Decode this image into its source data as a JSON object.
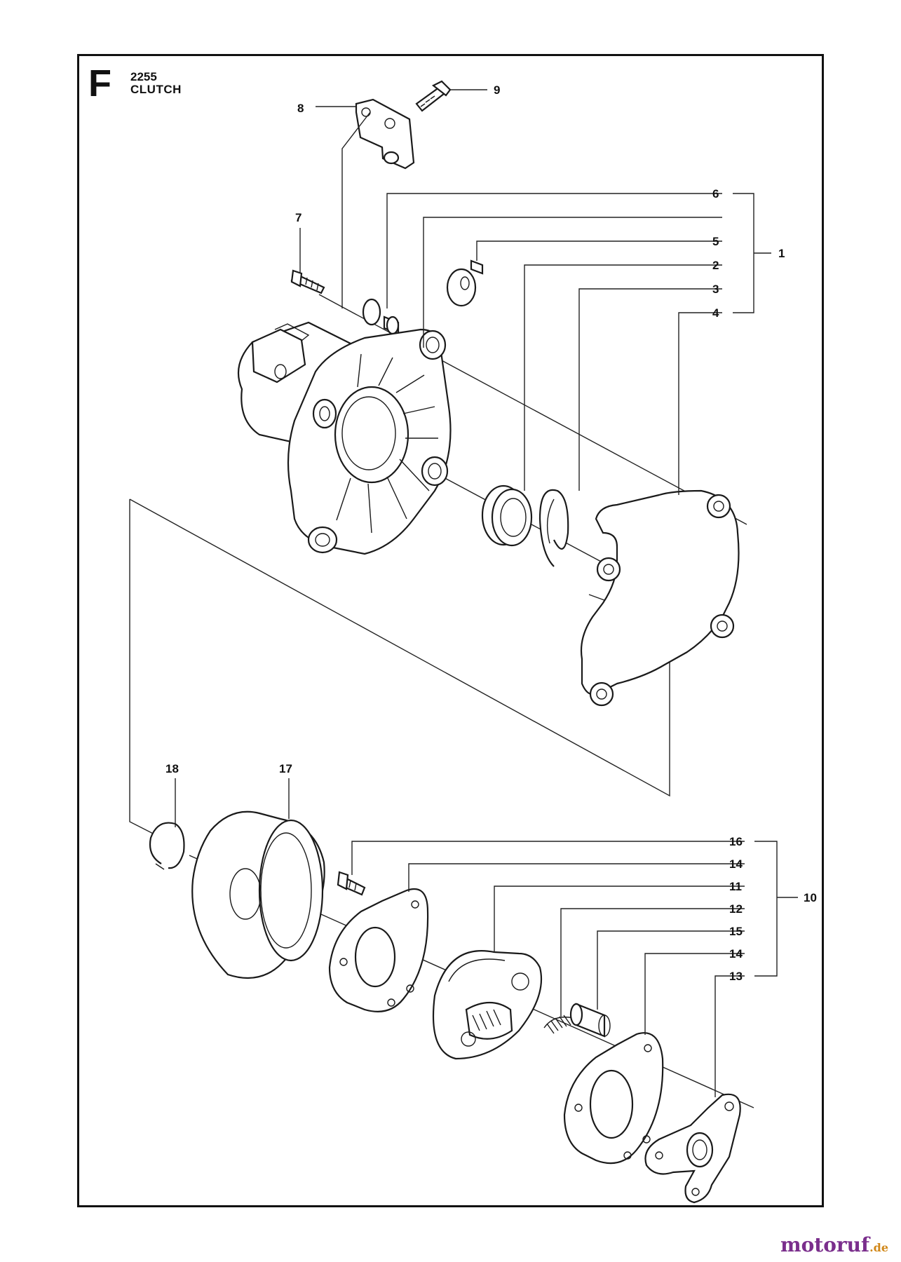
{
  "header": {
    "section_letter": "F",
    "model_number": "2255",
    "group_title": "CLUTCH"
  },
  "callouts": {
    "c1": "1",
    "c2": "2",
    "c3": "3",
    "c4": "4",
    "c5": "5",
    "c6": "6",
    "c7": "7",
    "c8": "8",
    "c9": "9",
    "c10": "10",
    "c11": "11",
    "c12": "12",
    "c13": "13",
    "c14a": "14",
    "c14b": "14",
    "c15": "15",
    "c16": "16",
    "c17": "17",
    "c18": "18"
  },
  "watermark": {
    "brand": "motoruf",
    "tld": ".de",
    "brand_color": "#7a2e8c",
    "tld_color": "#d1881a"
  }
}
